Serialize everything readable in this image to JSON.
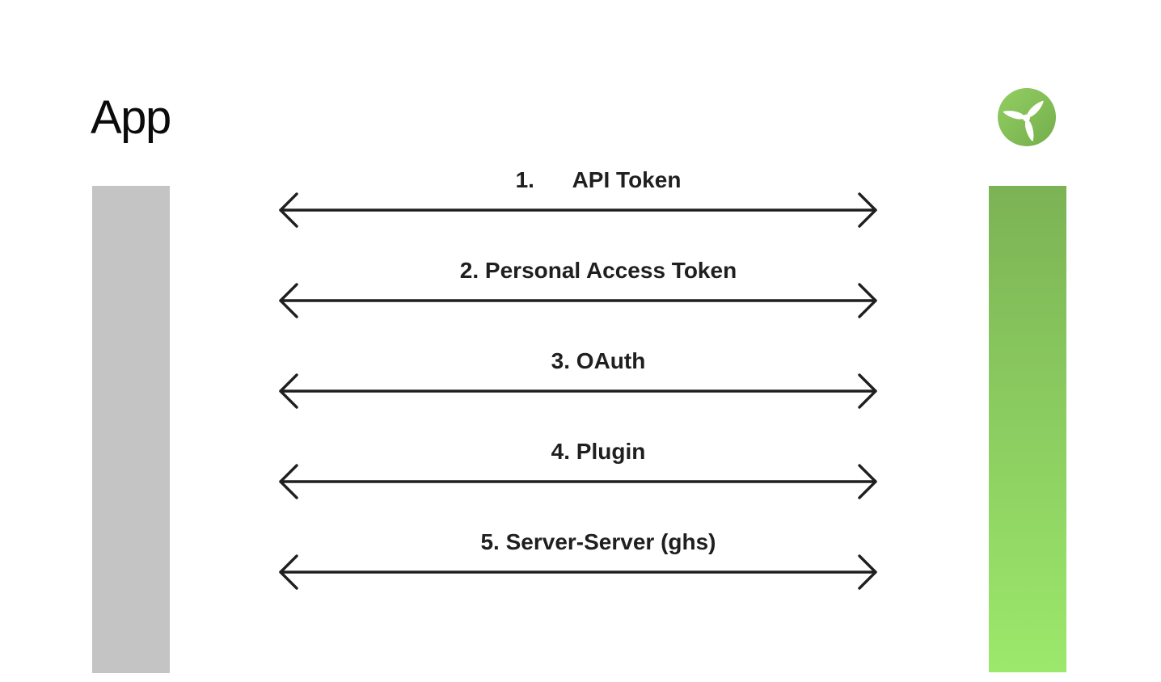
{
  "page": {
    "background": "#ffffff"
  },
  "diagram": {
    "app_label": "App",
    "icons": {
      "service_logo": "wind-turbine-logo"
    },
    "colors": {
      "app_bar_gray": "#c4c4c5",
      "service_bar_green_top": "#7cb355",
      "service_bar_green_bottom": "#9ce86c",
      "logo_green_light": "#93ce63",
      "logo_green_dark": "#74ae4c",
      "arrow_stroke": "#1f1f1f",
      "label_text": "#1f1f1f"
    },
    "connections": [
      {
        "label": "1.      API Token"
      },
      {
        "label": "2. Personal Access Token"
      },
      {
        "label": "3. OAuth"
      },
      {
        "label": "4. Plugin"
      },
      {
        "label": "5. Server-Server (ghs)"
      }
    ]
  }
}
